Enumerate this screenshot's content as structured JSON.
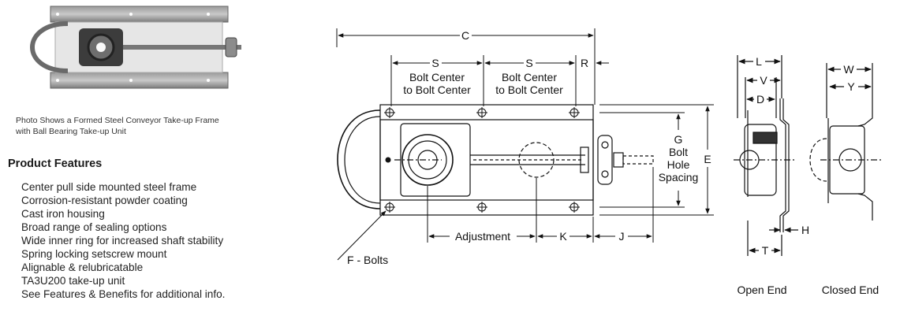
{
  "photo": {
    "caption_line1": "Photo Shows a Formed Steel Conveyor Take-up Frame",
    "caption_line2": "with Ball Bearing Take-up Unit"
  },
  "features": {
    "title": "Product Features",
    "items": [
      "Center pull side mounted steel frame",
      "Corrosion-resistant powder coating",
      "Cast iron housing",
      "Broad range of sealing options",
      "Wide inner ring for increased shaft stability",
      "Spring locking setscrew mount",
      "Alignable & relubricatable",
      "TA3U200 take-up unit",
      "See Features & Benefits for additional info."
    ]
  },
  "drawing": {
    "dim_c": "C",
    "dim_s1": "S",
    "dim_s2": "S",
    "dim_r": "R",
    "bolt_center_line1": "Bolt Center",
    "bolt_center_line2": "to Bolt Center",
    "g_line1": "G",
    "g_line2": "Bolt",
    "g_line3": "Hole",
    "g_line4": "Spacing",
    "dim_e": "E",
    "adjustment": "Adjustment",
    "dim_k": "K",
    "dim_j": "J",
    "f_bolts": "F - Bolts",
    "dim_l": "L",
    "dim_v": "V",
    "dim_d": "D",
    "dim_h": "H",
    "dim_t": "T",
    "dim_w": "W",
    "dim_y": "Y",
    "open_end": "Open End",
    "closed_end": "Closed End"
  }
}
